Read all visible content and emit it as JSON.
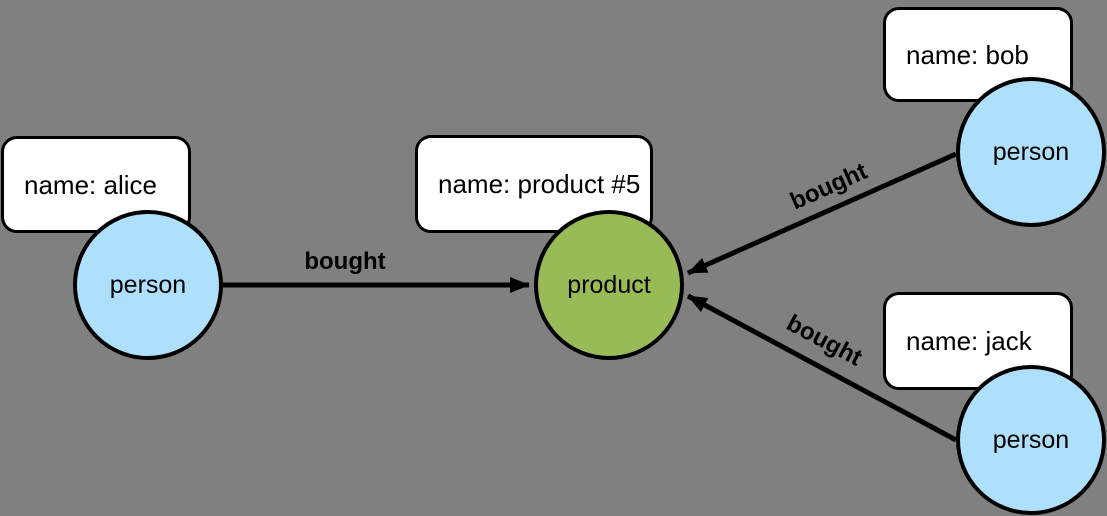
{
  "diagram": {
    "type": "property-graph",
    "background_color": "#808080",
    "stroke_color": "#000000",
    "person_node_color": "#AEDFFB",
    "product_node_color": "#99BB57",
    "property_box_color": "#FFFFFF",
    "nodes": [
      {
        "id": "alice",
        "circle_label": "person",
        "property_label": "name: alice"
      },
      {
        "id": "product5",
        "circle_label": "product",
        "property_label": "name: product #5"
      },
      {
        "id": "bob",
        "circle_label": "person",
        "property_label": "name: bob"
      },
      {
        "id": "jack",
        "circle_label": "person",
        "property_label": "name: jack"
      }
    ],
    "edges": [
      {
        "from": "alice",
        "to": "product5",
        "label": "bought"
      },
      {
        "from": "bob",
        "to": "product5",
        "label": "bought"
      },
      {
        "from": "jack",
        "to": "product5",
        "label": "bought"
      }
    ]
  }
}
